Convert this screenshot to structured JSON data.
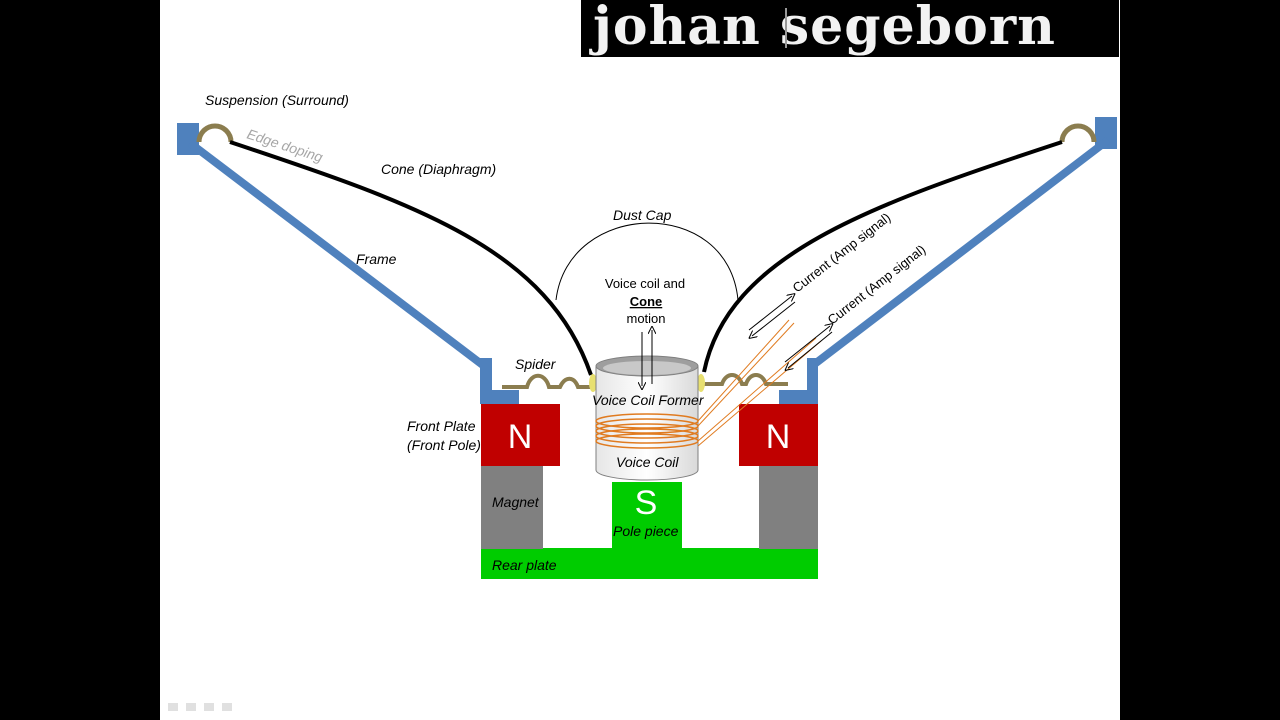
{
  "logo": {
    "text": "johan segeborn"
  },
  "labels": {
    "suspension": "Suspension (Surround)",
    "edge_doping": "Edge doping",
    "cone": "Cone (Diaphragm)",
    "dust_cap": "Dust Cap",
    "frame": "Frame",
    "motion_line1": "Voice coil and",
    "motion_line2": "Cone",
    "motion_line3": "motion",
    "current_upper": "Current (Amp signal)",
    "current_lower": "Current (Amp signal)",
    "spider": "Spider",
    "front_plate_line1": "Front Plate",
    "front_plate_line2": "(Front Pole)",
    "voice_coil_former": "Voice Coil Former",
    "voice_coil": "Voice Coil",
    "magnet": "Magnet",
    "pole_piece": "Pole piece",
    "rear_plate": "Rear plate",
    "north_left": "N",
    "north_right": "N",
    "south": "S"
  },
  "colors": {
    "frame": "#4f81bd",
    "magnet_north": "#c00000",
    "magnet_body": "#808080",
    "pole_piece": "#00cc00",
    "surround": "#8b7d4f",
    "coil": "#e07b20",
    "edge_doping_text": "#a6a6a6",
    "background": "#000000",
    "slide": "#ffffff"
  }
}
